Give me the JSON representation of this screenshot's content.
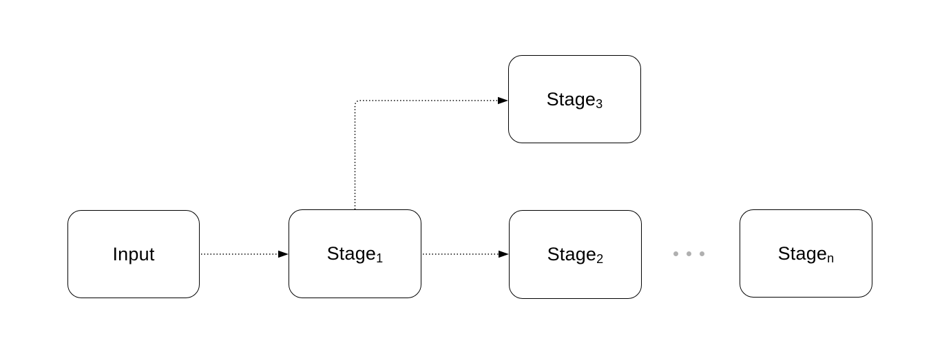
{
  "diagram": {
    "type": "flowchart",
    "nodes": [
      {
        "id": "input",
        "label": "Input",
        "subscript": ""
      },
      {
        "id": "stage_1",
        "label": "Stage",
        "subscript": "1"
      },
      {
        "id": "stage_2",
        "label": "Stage",
        "subscript": "2"
      },
      {
        "id": "stage_3",
        "label": "Stage",
        "subscript": "3"
      },
      {
        "id": "stage_n",
        "label": "Stage",
        "subscript": "n"
      }
    ],
    "edges": [
      {
        "from": "Input",
        "to": "Stage1",
        "style": "dotted",
        "arrow": "filled-triangle"
      },
      {
        "from": "Stage1",
        "to": "Stage2",
        "style": "dotted",
        "arrow": "filled-triangle"
      },
      {
        "from": "Stage1",
        "to": "Stage3",
        "style": "dotted",
        "arrow": "filled-triangle"
      }
    ],
    "ellipsis": {
      "dot_count": 3,
      "color": "#b0b0b0"
    },
    "colors": {
      "background": "#ffffff",
      "node_fill": "#ffffff",
      "node_border": "#000000",
      "edge": "#000000",
      "text": "#000000"
    }
  }
}
